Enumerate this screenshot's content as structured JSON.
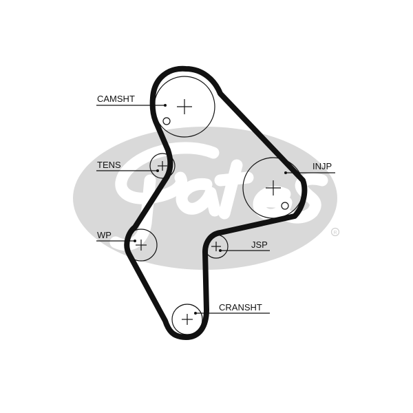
{
  "diagram": {
    "watermark_logo": "Gates",
    "labels": {
      "camshaft": "CAMSHT",
      "tensioner": "TENS",
      "injection_pump": "INJP",
      "water_pump": "WP",
      "jackshaft_pulley": "JSP",
      "crankshaft": "CRANSHT"
    },
    "colors": {
      "belt": "#111111",
      "logo": "#d6d6d6",
      "background": "#ffffff"
    }
  }
}
